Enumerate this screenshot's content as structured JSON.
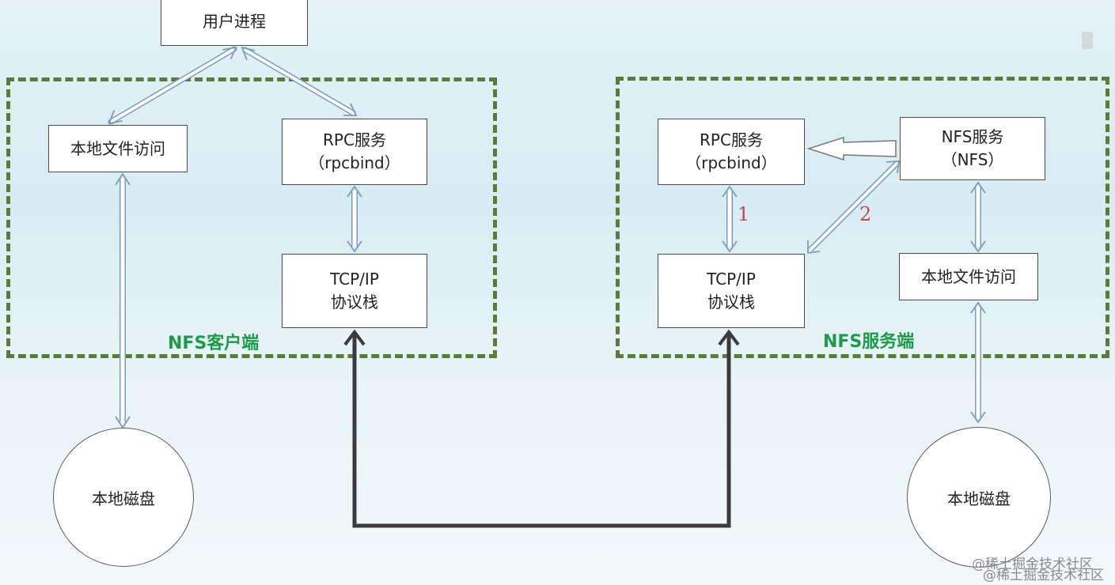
{
  "user_process": {
    "label": "用户进程"
  },
  "client": {
    "group_label": "NFS客户端",
    "local_file_access": "本地文件访问",
    "rpc_service": {
      "line1": "RPC服务",
      "line2": "（rpcbind）"
    },
    "tcpip": {
      "line1": "TCP/IP",
      "line2": "协议栈"
    },
    "disk": "本地磁盘"
  },
  "server": {
    "group_label": "NFS服务端",
    "rpc_service": {
      "line1": "RPC服务",
      "line2": "（rpcbind）"
    },
    "nfs_service": {
      "line1": "NFS服务",
      "line2": "（NFS）"
    },
    "tcpip": {
      "line1": "TCP/IP",
      "line2": "协议栈"
    },
    "local_file_access": "本地文件访问",
    "disk": "本地磁盘",
    "step1": "1",
    "step2": "2"
  },
  "watermark": {
    "line1": "@稀土掘金技术社区",
    "line2": "@稀土掘金技术社区"
  },
  "colors": {
    "group_border": "#5b7a3c",
    "group_label": "#1e9a4a",
    "step_number": "#c04a4a",
    "network_line": "#3a3a3a"
  }
}
